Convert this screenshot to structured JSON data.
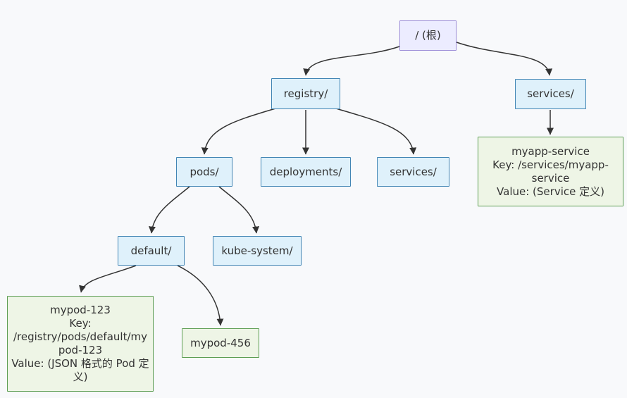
{
  "diagram": {
    "type": "tree",
    "background_color": "#f8f9fb",
    "edge_color": "#333333",
    "colors": {
      "root_fill": "#ececff",
      "root_border": "#9d8ed8",
      "directory_fill": "#dff1fb",
      "directory_border": "#4285b4",
      "leaf_fill": "#eef5e6",
      "leaf_border": "#5d9e54"
    },
    "nodes": {
      "root": {
        "label": "/ (根)"
      },
      "registry": {
        "label": "registry/"
      },
      "services_top": {
        "label": "services/"
      },
      "pods": {
        "label": "pods/"
      },
      "deployments": {
        "label": "deployments/"
      },
      "services_mid": {
        "label": "services/"
      },
      "default_ns": {
        "label": "default/"
      },
      "kube_system": {
        "label": "kube-system/"
      },
      "mypod123": {
        "lines": [
          "mypod-123",
          "Key:",
          "/registry/pods/default/my",
          "pod-123",
          "Value: (JSON 格式的 Pod 定",
          "义)"
        ]
      },
      "mypod456": {
        "label": "mypod-456"
      },
      "myapp_service": {
        "lines": [
          "myapp-service",
          "Key: /services/myapp-",
          "service",
          "Value: (Service 定义)"
        ]
      }
    },
    "edges": [
      {
        "from": "root",
        "to": "registry"
      },
      {
        "from": "root",
        "to": "services_top"
      },
      {
        "from": "registry",
        "to": "pods"
      },
      {
        "from": "registry",
        "to": "deployments"
      },
      {
        "from": "registry",
        "to": "services_mid"
      },
      {
        "from": "pods",
        "to": "default_ns"
      },
      {
        "from": "pods",
        "to": "kube_system"
      },
      {
        "from": "default_ns",
        "to": "mypod123"
      },
      {
        "from": "default_ns",
        "to": "mypod456"
      },
      {
        "from": "services_top",
        "to": "myapp_service"
      }
    ]
  }
}
